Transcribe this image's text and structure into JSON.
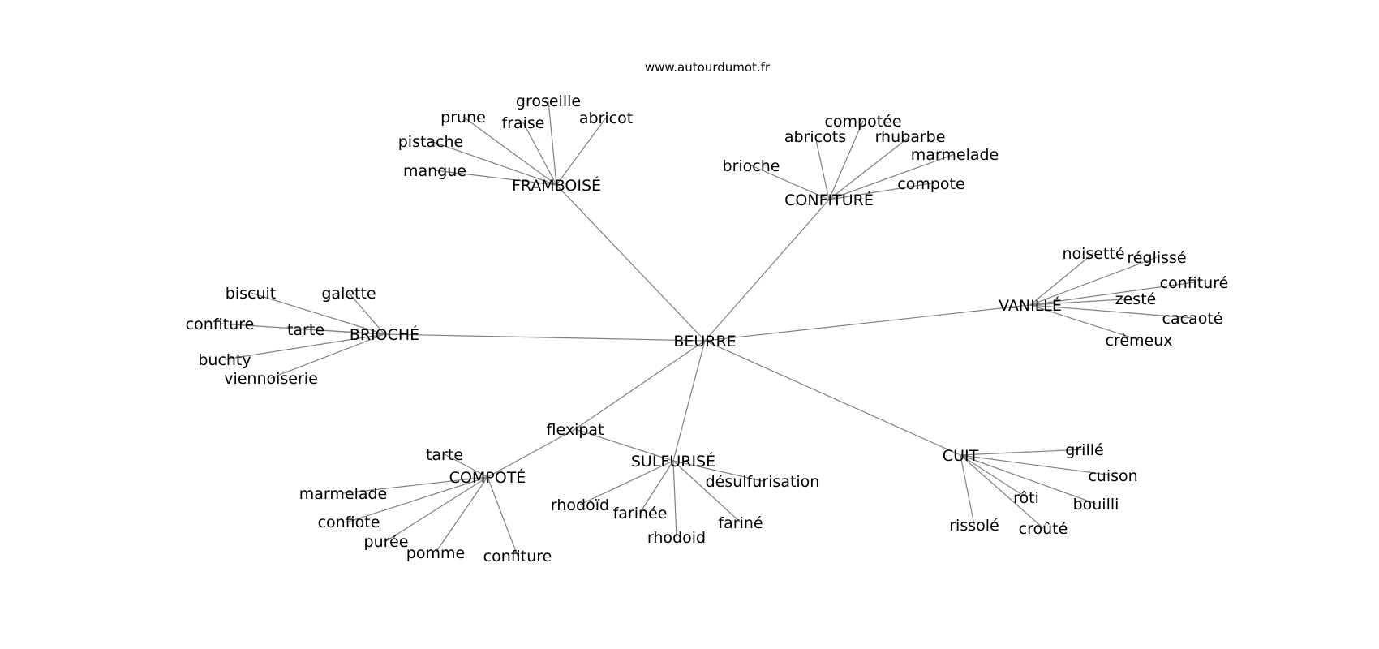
{
  "source_label": "www.autourdumot.fr",
  "graph": {
    "root": "BEURRE",
    "hubs": [
      {
        "id": "framboise",
        "label": "FRAMBOISÉ",
        "leaves": [
          "groseille",
          "prune",
          "fraise",
          "abricot",
          "pistache",
          "mangue"
        ]
      },
      {
        "id": "confiture",
        "label": "CONFITURÉ",
        "leaves": [
          "compotée",
          "abricots",
          "rhubarbe",
          "marmelade",
          "brioche",
          "compote"
        ]
      },
      {
        "id": "vanille",
        "label": "VANILLÉ",
        "leaves": [
          "noisetté",
          "réglissé",
          "confituré",
          "zesté",
          "cacaoté",
          "crèmeux"
        ]
      },
      {
        "id": "brioche",
        "label": "BRIOCHÉ",
        "leaves": [
          "biscuit",
          "galette",
          "confiture",
          "tarte",
          "buchty",
          "viennoiserie"
        ]
      },
      {
        "id": "cuit",
        "label": "CUIT",
        "leaves": [
          "grillé",
          "cuison",
          "rôti",
          "bouilli",
          "rissolé",
          "croûté"
        ]
      },
      {
        "id": "sulfurise",
        "label": "SULFURISÉ",
        "leaves": [
          "flexipat",
          "désulfurisation",
          "rhodoïd",
          "farinée",
          "fariné",
          "rhodoid"
        ]
      },
      {
        "id": "compote",
        "label": "COMPOTÉ",
        "leaves": [
          "tarte",
          "marmelade",
          "confiote",
          "purée",
          "pomme",
          "confiture"
        ]
      }
    ],
    "extra_edges": [
      {
        "from": "root",
        "to": "sulfurise.flexipat"
      },
      {
        "from": "sulfurise.flexipat",
        "to": "compote"
      }
    ]
  }
}
